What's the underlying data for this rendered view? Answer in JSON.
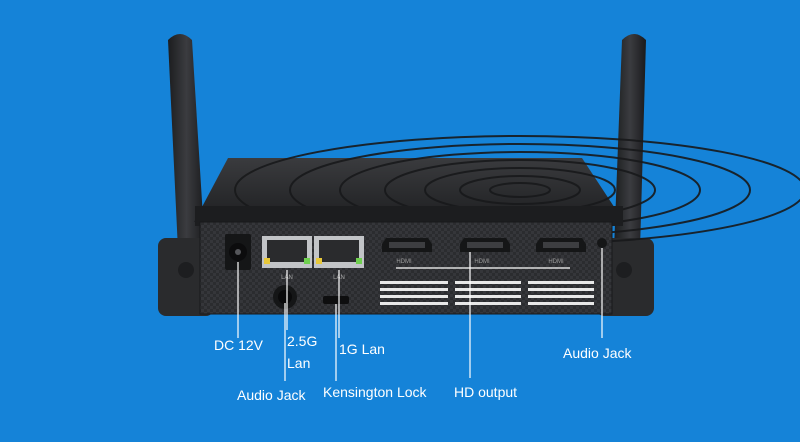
{
  "image": {
    "background_color": "#1583d8",
    "device_color": "#2a2b2d",
    "line_color": "#ffffff"
  },
  "port_markings": {
    "lan_left": "LAN",
    "lan_right": "LAN",
    "hdmi_1": "HDMI",
    "hdmi_2": "HDMI",
    "hdmi_3": "HDMI"
  },
  "callouts": {
    "dc": "DC 12V",
    "lan_25g_line1": "2.5G",
    "lan_25g_line2": "Lan",
    "lan_1g": "1G  Lan",
    "audio_left": "Audio Jack",
    "kensington": "Kensington Lock",
    "hd_output": "HD output",
    "audio_right": "Audio Jack"
  }
}
